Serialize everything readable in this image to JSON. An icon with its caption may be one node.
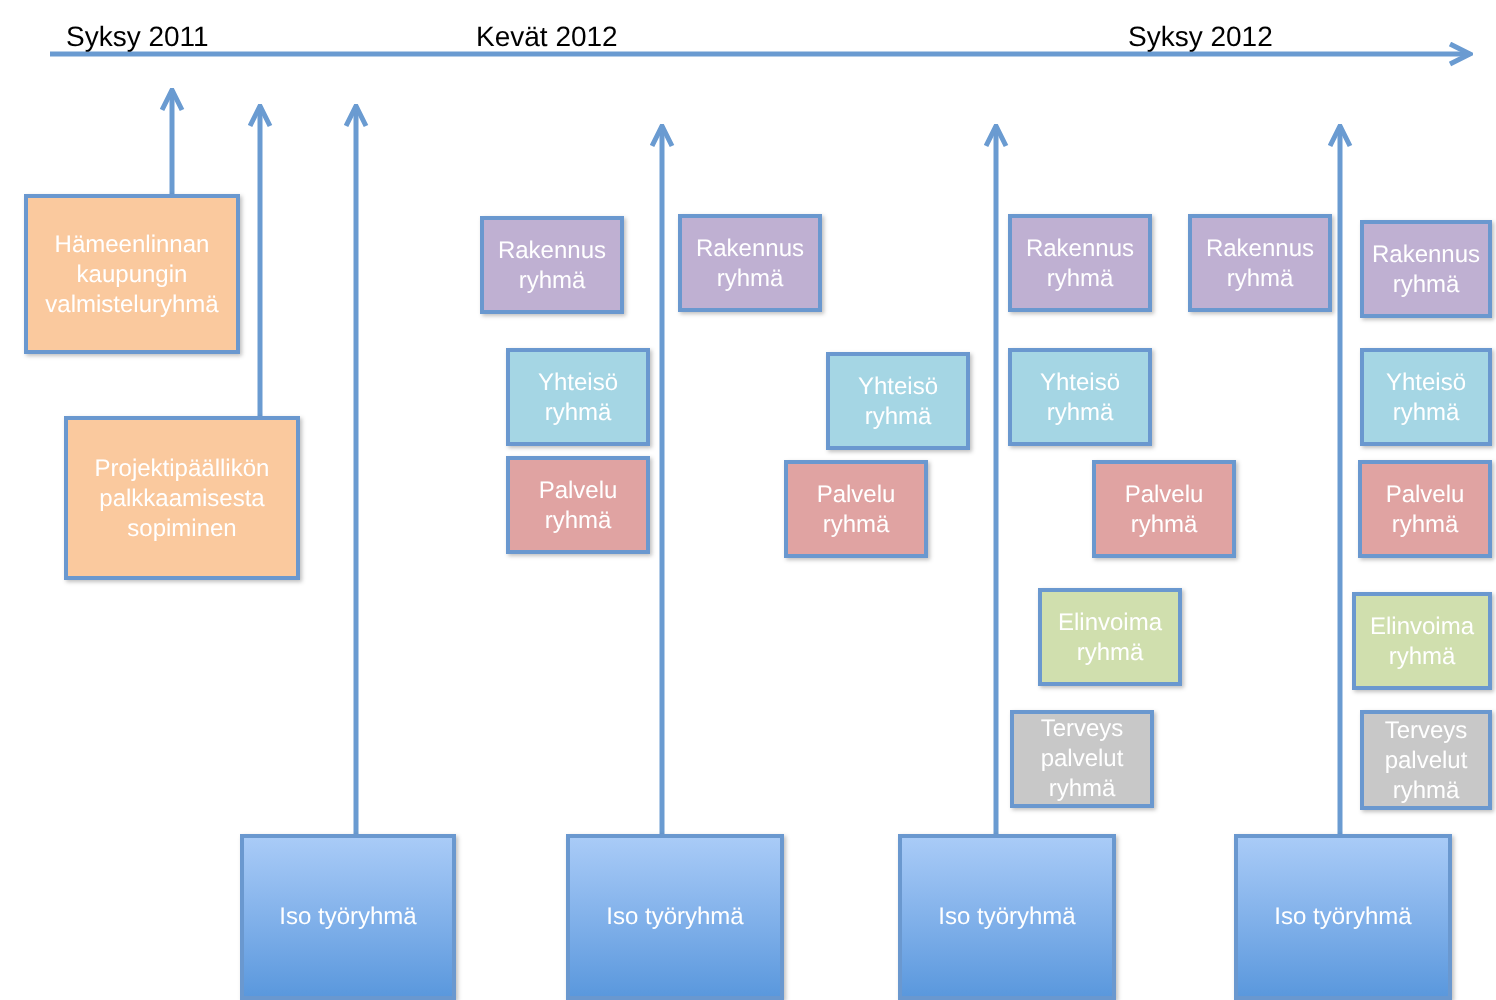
{
  "diagram": {
    "nodes": [
      {
        "text": [
          "Hämeenlinnan kaupungin valmisteluryhmä"
        ]
      },
      {
        "text": [
          "Projektipäällikön palkkaamisesta sopiminen"
        ]
      },
      {
        "text": [
          "Rakennus ryhmä"
        ]
      },
      {
        "text": [
          "Yhteisö ryhmä"
        ]
      },
      {
        "text": [
          "Palvelu ryhmä"
        ]
      },
      {
        "text": [
          "Rakennus ryhmä"
        ]
      },
      {
        "text": [
          "Yhteisö ryhmä"
        ]
      },
      {
        "text": [
          "Palvelu ryhmä"
        ]
      },
      {
        "text": [
          "Rakennus ryhmä"
        ]
      },
      {
        "text": [
          "Yhteisö ryhmä"
        ]
      },
      {
        "text": [
          "Palvelu ryhmä"
        ]
      },
      {
        "text": [
          "Elinvoima ryhmä"
        ]
      },
      {
        "text": [
          "Terveys palvelut ryhmä"
        ]
      },
      {
        "text": [
          "Rakennus ryhmä"
        ]
      },
      {
        "text": [
          "Rakennus ryhmä"
        ]
      },
      {
        "text": [
          "Yhteisö ryhmä"
        ]
      },
      {
        "text": [
          "Palvelu ryhmä"
        ]
      },
      {
        "text": [
          "Elinvoima ryhmä"
        ]
      },
      {
        "text": [
          "Terveys palvelut ryhmä"
        ]
      },
      {
        "text": [
          "Iso työryhmä"
        ]
      },
      {
        "text": [
          "Iso työryhmä"
        ]
      },
      {
        "text": [
          "Iso työryhmä"
        ]
      },
      {
        "text": [
          "Iso työryhmä"
        ]
      }
    ],
    "edges": [
      {
        "from": 0,
        "to": null,
        "arrow": "to"
      },
      {
        "from": 1,
        "to": null,
        "arrow": "to"
      },
      {
        "from": 19,
        "to": null,
        "arrow": "to"
      },
      {
        "from": 20,
        "to": null,
        "arrow": "to"
      },
      {
        "from": 21,
        "to": null,
        "arrow": "to"
      },
      {
        "from": 22,
        "to": null,
        "arrow": "to"
      }
    ],
    "labels": [
      "Syksy 2011",
      "Kevät 2012",
      "Syksy 2012"
    ]
  }
}
